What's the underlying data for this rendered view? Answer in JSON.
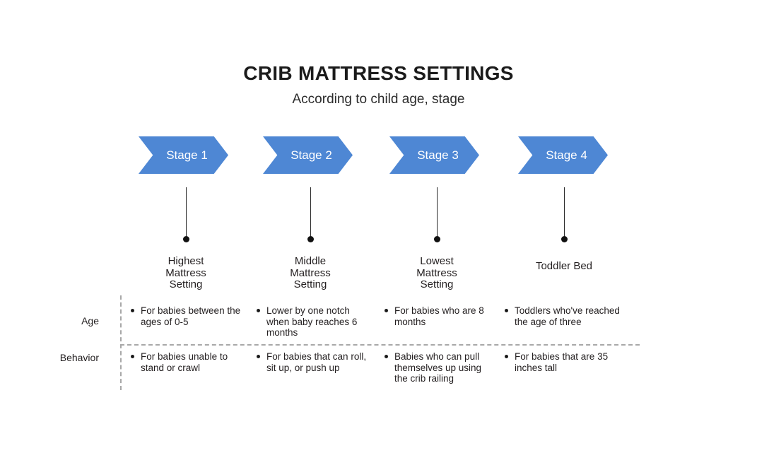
{
  "header": {
    "title": "CRIB MATTRESS SETTINGS",
    "subtitle": "According to child age, stage"
  },
  "colors": {
    "chevron_blue": "#4e87d4",
    "text_dark": "#231f20",
    "divider_gray": "#a8a8a8"
  },
  "row_labels": {
    "age": "Age",
    "behavior": "Behavior"
  },
  "stages": [
    {
      "chevron_label": "Stage 1",
      "setting_lines": [
        "Highest",
        "Mattress",
        "Setting"
      ],
      "age": "For babies between the ages of 0-5",
      "behavior": "For babies unable to stand or crawl"
    },
    {
      "chevron_label": "Stage 2",
      "setting_lines": [
        "Middle",
        "Mattress",
        "Setting"
      ],
      "age": "Lower by one notch when baby reaches 6 months",
      "behavior": "For babies that can roll, sit up, or push up"
    },
    {
      "chevron_label": "Stage 3",
      "setting_lines": [
        "Lowest",
        "Mattress",
        "Setting"
      ],
      "age": "For babies who are 8 months",
      "behavior": "Babies who can pull themselves up using the crib railing"
    },
    {
      "chevron_label": "Stage 4",
      "setting_lines": [
        "Toddler Bed"
      ],
      "age": "Toddlers who've reached the age of three",
      "behavior": "For babies that are 35 inches tall"
    }
  ]
}
